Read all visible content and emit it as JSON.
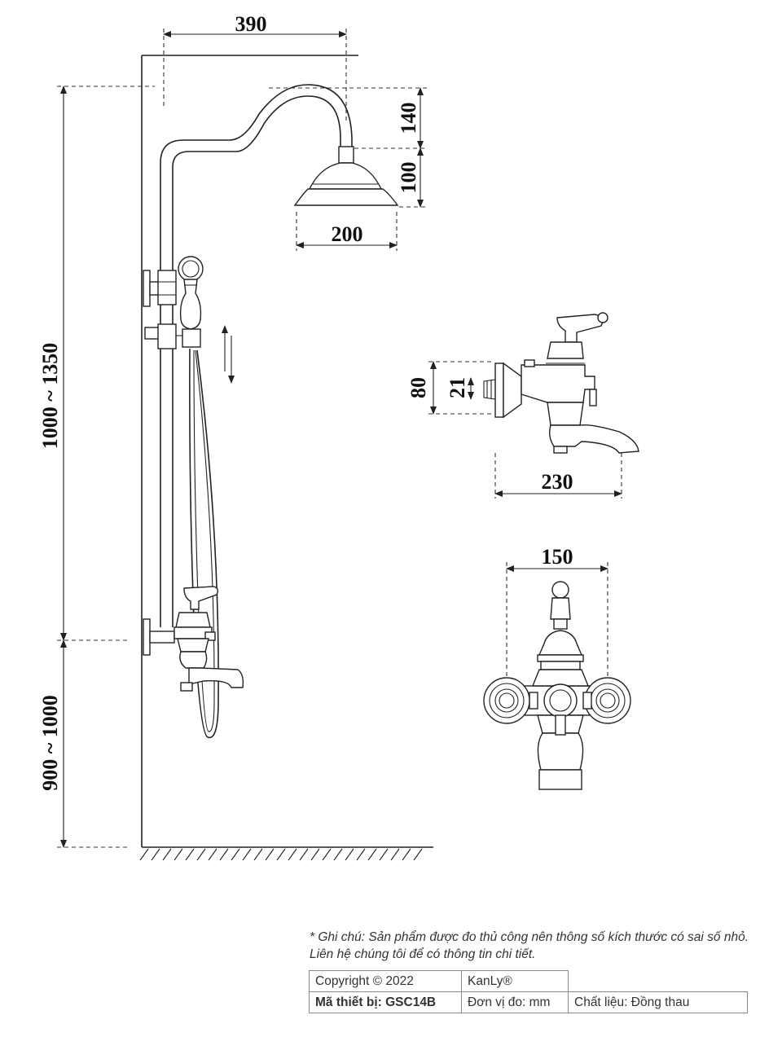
{
  "dimensions": {
    "top_width": "390",
    "head_height": "140",
    "head_depth": "100",
    "head_diameter": "200",
    "column_height": "1000 ~ 1350",
    "mixer_height": "900 ~ 1000",
    "mixer_body": "80",
    "mixer_inlet": "21",
    "mixer_length": "230",
    "mixer_spacing": "150"
  },
  "note": "* Ghi chú: Sản phẩm được đo thủ công nên thông số kích thước có sai số nhỏ. Liên hệ chúng tôi để có thông tin chi tiết.",
  "spec_table": {
    "copyright": "Copyright © 2022",
    "brand": "KanLy®",
    "model": "Mã thiết bị: GSC14B",
    "unit": "Đơn vị đo: mm",
    "material": "Chất liệu: Đồng thau"
  }
}
